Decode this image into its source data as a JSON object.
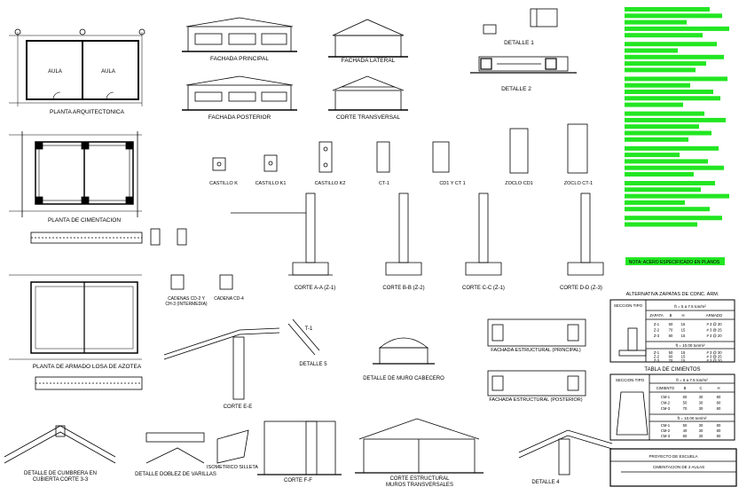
{
  "sheet": {
    "labels": {
      "planta_arq": "PLANTA ARQUITECTONICA",
      "aula1": "AULA",
      "aula2": "AULA",
      "fachada_principal": "FACHADA PRINCIPAL",
      "fachada_lateral": "FACHADA LATERAL",
      "fachada_posterior": "FACHADA POSTERIOR",
      "corte_transversal": "CORTE TRANSVERSAL",
      "detalle_1": "DETALLE 1",
      "detalle_2": "DETALLE 2",
      "planta_cimentacion": "PLANTA DE CIMENTACION",
      "castillo_k": "CASTILLO K",
      "castillo_k1": "CASTILLO K1",
      "castillo_k2": "CASTILLO K2",
      "ct1": "CT-1",
      "cd1_ct1": "CD1 Y CT 1",
      "zoclo_cd1": "ZOCLO CD1",
      "zoclo_ct1": "ZOCLO CT-1",
      "corte_aa": "CORTE A-A (Z-1)",
      "corte_bb": "CORTE B-B (Z-2)",
      "corte_cc": "CORTE C-C (Z-1)",
      "corte_dd": "CORTE D-D (Z-3)",
      "cadenas": "CADENAS CD-2 Y",
      "cadenas2": "CH-3 (INTERMEDIA)",
      "cadena_cd4": "CADENA CD-4",
      "planta_armado": "PLANTA DE ARMADO LOSA DE AZOTEA",
      "detalle_5": "DETALLE 5",
      "detalle_muro": "DETALLE DE MURO CABECERO",
      "fachada_est_principal": "FACHADA ESTRUCTURAL (PRINCIPAL)",
      "fachada_est_posterior": "FACHADA ESTRUCTURAL (POSTERIOR)",
      "alternativa": "ALTERNATIVA ZAPATAS DE CONC. ARM.",
      "tabla_cimientos": "TABLA DE CIMIENTOS",
      "corte_ee": "CORTE E-E",
      "corte_ff": "CORTE F-F",
      "detalle_cumbrera": "DETALLE DE CUMBRERA EN",
      "detalle_cumbrera2": "CUBIERTA CORTE 3-3",
      "detalle_doblez": "DETALLE DOBLEZ DE VARILLAS",
      "isometrico": "ISOMETRICO SILLETA",
      "corte_estructural": "CORTE ESTRUCTURAL",
      "corte_estructural2": "MUROS TRANSVERSALES",
      "detalle_4": "DETALLE 4",
      "green_banner": "NOTA: ACERO ESPECIFICADO EN PLANOS",
      "t1": "T-1"
    },
    "table_zapatas": {
      "seccion_tipo": "SECCION TIPO",
      "ft1": "ft = 5 a 7.5 ton/m²",
      "headers": [
        "ZAPATA",
        "B",
        "H",
        "ARMADO"
      ],
      "rows": [
        [
          "Z-1",
          "60",
          "15",
          "# 3 @ 30"
        ],
        [
          "Z-2",
          "70",
          "15",
          "# 3 @ 25"
        ],
        [
          "Z-3",
          "80",
          "15",
          "# 3 @ 20"
        ]
      ],
      "ft2": "ft = 10.00 ton/m²",
      "rows2": [
        [
          "Z-1",
          "50",
          "15",
          "# 3 @ 30"
        ],
        [
          "Z-2",
          "60",
          "15",
          "# 3 @ 25"
        ],
        [
          "Z-3",
          "70",
          "15",
          "# 3 @ 20"
        ]
      ]
    },
    "table_cimientos": {
      "seccion_tipo": "SECCION TIPO",
      "ft1": "ft = 5 a 7.5 ton/m²",
      "headers": [
        "CIMIENTO",
        "B",
        "C",
        "H"
      ],
      "rows": [
        [
          "CM-1",
          "60",
          "30",
          "80"
        ],
        [
          "CM-2",
          "50",
          "30",
          "80"
        ],
        [
          "CM-3",
          "70",
          "30",
          "80"
        ]
      ],
      "ft2": "ft = 10.00 ton/m²",
      "rows2": [
        [
          "CM-1",
          "50",
          "30",
          "80"
        ],
        [
          "CM-2",
          "40",
          "30",
          "80"
        ],
        [
          "CM-3",
          "60",
          "30",
          "80"
        ]
      ]
    },
    "title_block": {
      "line1": "PROYECTO DE ESCUELA",
      "line2": "CIMENTACION DE 2 AULAS"
    },
    "colors": {
      "ink": "#000000",
      "green": "#22e622",
      "paper": "#ffffff"
    }
  }
}
